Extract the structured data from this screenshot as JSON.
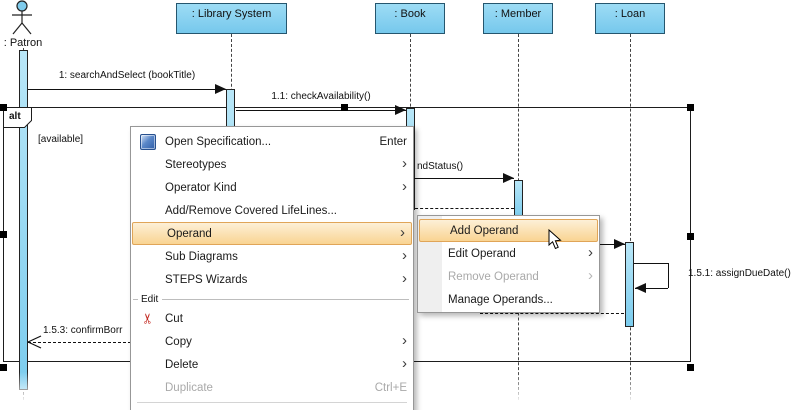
{
  "diagram": {
    "actor": {
      "label": ": Patron"
    },
    "lifelines": [
      {
        "label": ": Library System"
      },
      {
        "label": ": Book"
      },
      {
        "label": ": Member"
      },
      {
        "label": ": Loan"
      }
    ],
    "fragment": {
      "operator": "alt",
      "guard": "[available]"
    },
    "messages": [
      {
        "label": "1: searchAndSelect (bookTitle)"
      },
      {
        "label": "1.1: checkAvailability()"
      },
      {
        "label": "ndStatus()"
      },
      {
        "label": "1.5.1: assignDueDate()"
      },
      {
        "label": "1.5.3: confirmBorr"
      }
    ]
  },
  "context_menu": {
    "edit_group_label": "Edit",
    "items": [
      {
        "label": "Open Specification...",
        "shortcut": "Enter"
      },
      {
        "label": "Stereotypes"
      },
      {
        "label": "Operator Kind"
      },
      {
        "label": "Add/Remove Covered LifeLines..."
      },
      {
        "label": "Operand"
      },
      {
        "label": "Sub Diagrams"
      },
      {
        "label": "STEPS Wizards"
      },
      {
        "label": "Cut"
      },
      {
        "label": "Copy"
      },
      {
        "label": "Delete"
      },
      {
        "label": "Duplicate",
        "shortcut": "Ctrl+E"
      }
    ]
  },
  "submenu": {
    "items": [
      {
        "label": "Add Operand"
      },
      {
        "label": "Edit Operand"
      },
      {
        "label": "Remove Operand"
      },
      {
        "label": "Manage Operands..."
      }
    ]
  },
  "colors": {
    "lifeline_fill": "#7ecbec",
    "lifeline_border": "#25566e",
    "menu_highlight": "#f9d492",
    "menu_highlight_border": "#e0a558",
    "line": "#111111"
  }
}
